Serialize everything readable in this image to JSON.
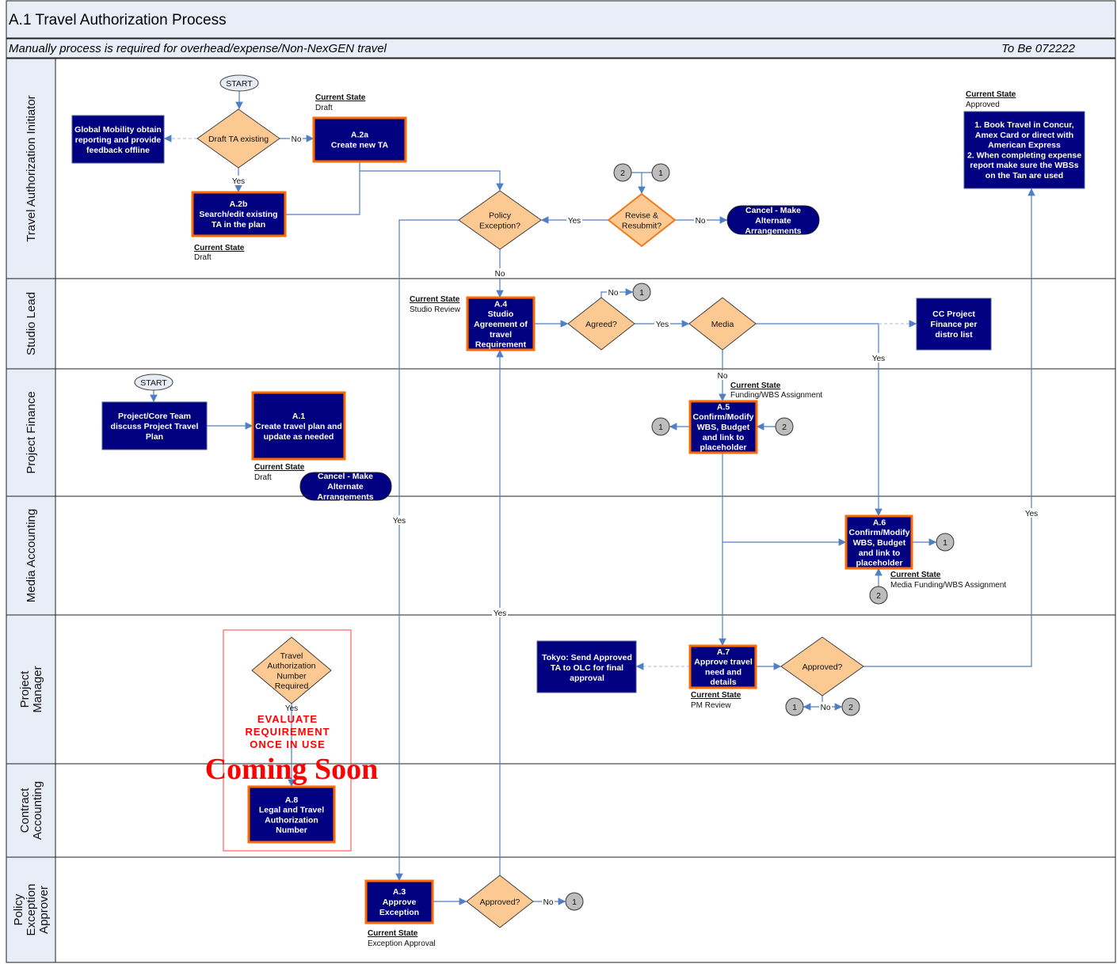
{
  "header": {
    "title": "A.1 Travel Authorization Process",
    "subtitle": "Manually process is required for overhead/expense/Non-NexGEN travel",
    "version": "To Be 072222"
  },
  "lanes": [
    {
      "label": [
        "Travel Authorization Initiator"
      ]
    },
    {
      "label": [
        "Studio Lead"
      ]
    },
    {
      "label": [
        "Project Finance"
      ]
    },
    {
      "label": [
        "Media Accounting"
      ]
    },
    {
      "label": [
        "Project",
        "Manager"
      ]
    },
    {
      "label": [
        "Contract",
        "Accounting"
      ]
    },
    {
      "label": [
        "Policy",
        "Exception",
        "Approver"
      ]
    }
  ],
  "nodes": {
    "start1": "START",
    "start2": "START",
    "draft_ta": [
      "Draft TA existing"
    ],
    "global_mobility": [
      "Global Mobility obtain",
      "reporting and provide",
      "feedback offline"
    ],
    "a2a": [
      "A.2a",
      "Create new TA"
    ],
    "a2b": [
      "A.2b",
      "Search/edit existing",
      "TA in the plan"
    ],
    "policy_exception": [
      "Policy",
      "Exception?"
    ],
    "revise": [
      "Revise &",
      "Resubmit?"
    ],
    "cancel1": [
      "Cancel - Make",
      "Alternate",
      "Arrangements"
    ],
    "book_travel": [
      "1. Book Travel in Concur,",
      "Amex Card or direct with",
      "American Express",
      "2. When completing expense",
      "report make sure the WBSs",
      "on the Tan are used"
    ],
    "a4": [
      "A.4",
      "Studio",
      "Agreement of",
      "travel",
      "Requirement"
    ],
    "agreed": [
      "Agreed?"
    ],
    "media": [
      "Media"
    ],
    "cc_project": [
      "CC Project",
      "Finance per",
      "distro list"
    ],
    "project_core": [
      "Project/Core Team",
      "discuss Project Travel",
      "Plan"
    ],
    "a1": [
      "A.1",
      "Create travel plan and",
      "update as needed"
    ],
    "cancel2": [
      "Cancel - Make",
      "Alternate",
      "Arrangements"
    ],
    "a5": [
      "A.5",
      "Confirm/Modify",
      "WBS, Budget",
      "and link to",
      "placeholder"
    ],
    "a6": [
      "A.6",
      "Confirm/Modify",
      "WBS, Budget",
      "and link to",
      "placeholder"
    ],
    "tokyo": [
      "Tokyo: Send Approved",
      "TA to OLC for final",
      "approval"
    ],
    "a7": [
      "A.7",
      "Approve travel",
      "need and",
      "details"
    ],
    "approved_pm": [
      "Approved?"
    ],
    "ta_number": [
      "Travel",
      "Authorization",
      "Number",
      "Required"
    ],
    "a8": [
      "A.8",
      "Legal and Travel",
      "Authorization",
      "Number"
    ],
    "a3": [
      "A.3",
      "Approve",
      "Exception"
    ],
    "approved_pe": [
      "Approved?"
    ]
  },
  "states": {
    "heading": "Current State",
    "a2a": "Draft",
    "a2b": "Draft",
    "book_travel": "Approved",
    "a4": "Studio Review",
    "a5": "Funding/WBS Assignment",
    "a1": "Draft",
    "a6": "Media Funding/WBS Assignment",
    "a7": "PM Review",
    "a3": "Exception Approval"
  },
  "edge_labels": {
    "yes": "Yes",
    "no": "No"
  },
  "connectors": {
    "one": "1",
    "two": "2"
  },
  "overlay": {
    "evaluate": [
      "EVALUATE",
      "REQUIREMENT",
      "ONCE IN USE"
    ],
    "coming_soon": "Coming Soon"
  },
  "colors": {
    "process": "#000080",
    "decision": "#fcc993",
    "highlight": "#ff6a00",
    "connector": "#4f7fc4",
    "header": "#e7eef8",
    "warning": "#ff0000"
  }
}
